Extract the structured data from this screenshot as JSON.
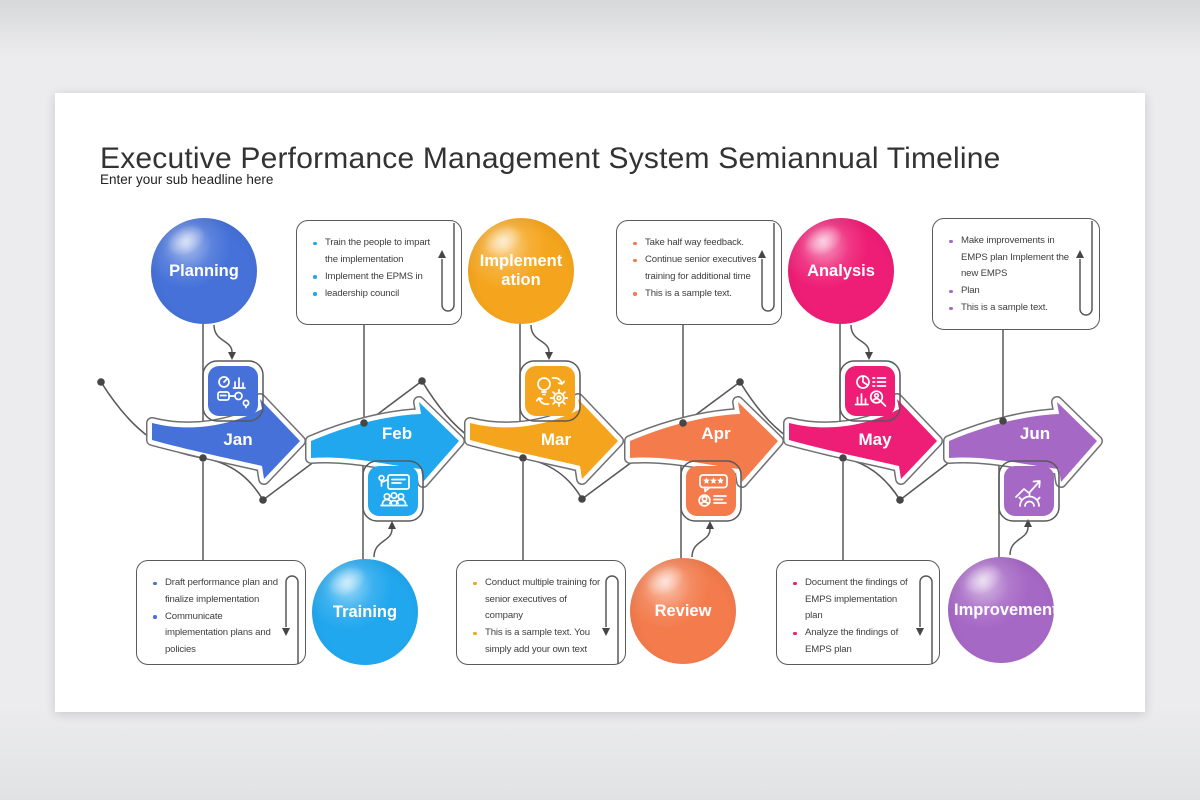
{
  "page": {
    "title": "Executive Performance Management System Semiannual Timeline",
    "subtitle": "Enter your sub headline here"
  },
  "accent_colors": {
    "jan": "#4571d8",
    "feb": "#21a7ee",
    "mar": "#f5a51d",
    "apr": "#f37b4c",
    "may": "#ee1d75",
    "jun": "#a668c5"
  },
  "months": [
    {
      "label": "Jan",
      "phase": "Planning",
      "color": "#4571d8",
      "icon": "plan-icon",
      "notes": [
        "Draft performance plan and finalize implementation",
        "Communicate implementation plans and policies"
      ]
    },
    {
      "label": "Feb",
      "phase": "Training",
      "color": "#21a7ee",
      "icon": "training-icon",
      "notes": [
        "Train the people to impart the implementation",
        "Implement the EPMS in",
        "leadership council"
      ]
    },
    {
      "label": "Mar",
      "phase": "Implementation",
      "color": "#f5a51d",
      "icon": "implementation-icon",
      "notes": [
        "Conduct multiple training for senior executives of company",
        "This is a sample text. You simply add your own text"
      ]
    },
    {
      "label": "Apr",
      "phase": "Review",
      "color": "#f37b4c",
      "icon": "review-icon",
      "notes": [
        "Take half way feedback.",
        "Continue senior executives training for additional time",
        "This is a sample text."
      ]
    },
    {
      "label": "May",
      "phase": "Analysis",
      "color": "#ee1d75",
      "icon": "analysis-icon",
      "notes": [
        "Document the findings of EMPS implementation plan",
        "Analyze the findings of EMPS plan"
      ]
    },
    {
      "label": "Jun",
      "phase": "Improvement",
      "color": "#a668c5",
      "icon": "improvement-icon",
      "notes": [
        "Make improvements in EMPS plan Implement the new EMPS",
        "Plan",
        "This is a sample text."
      ]
    }
  ]
}
